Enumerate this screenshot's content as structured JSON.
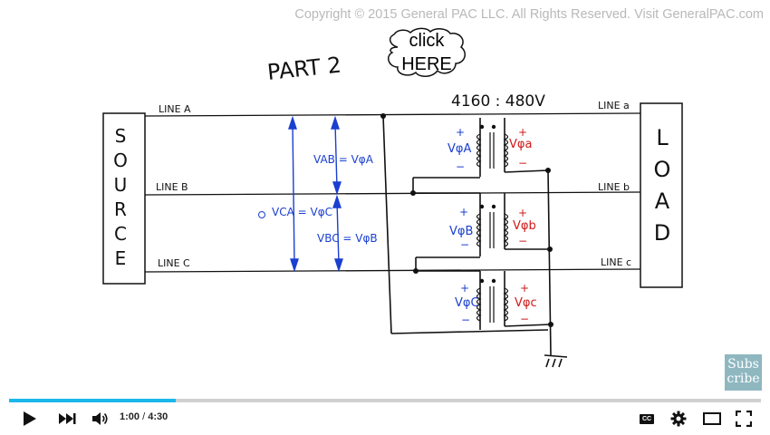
{
  "copyright": "Copyright © 2015 General PAC LLC. All Rights Reserved. Visit GeneralPAC.com",
  "diagram": {
    "part_title": "PART 2",
    "ratio_label": "4160 : 480V",
    "source_letters": [
      "S",
      "O",
      "U",
      "R",
      "C",
      "E"
    ],
    "load_letters": [
      "L",
      "O",
      "A",
      "D"
    ],
    "line_labels_left": [
      "LINE A",
      "LINE B",
      "LINE C"
    ],
    "line_labels_right": [
      "LINE a",
      "LINE b",
      "LINE c"
    ],
    "v_ab": "VAB = VφA",
    "v_bc": "VBC = VφB",
    "v_ca": "VCA = VφC",
    "prim_labels": [
      "VφA",
      "VφB",
      "VφC"
    ],
    "sec_labels": [
      "Vφa",
      "Vφb",
      "Vφc"
    ],
    "plus": "+",
    "minus": "−",
    "colors": {
      "blue": "#1a3fd1",
      "red": "#d11818",
      "black": "#111111"
    }
  },
  "click_here": {
    "line1": "click",
    "line2": "HERE"
  },
  "subscribe": {
    "line1": "Subs",
    "line2": "cribe"
  },
  "player": {
    "current_time": "1:00",
    "separator": " / ",
    "duration": "4:30",
    "progress_fraction": 0.222,
    "cc_label": "CC",
    "accent_color": "#1ab7ea"
  }
}
